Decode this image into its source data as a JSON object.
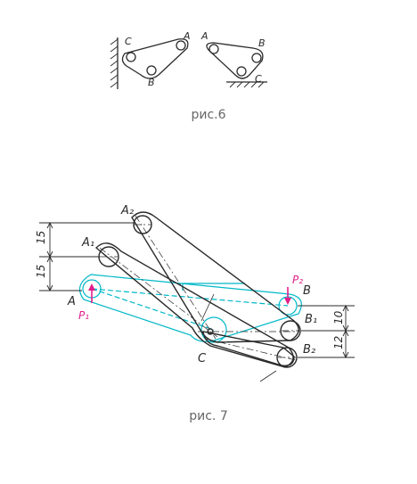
{
  "figure6": {
    "caption": "рис.6",
    "left_labels": {
      "c": "C",
      "a": "A",
      "b": "B"
    },
    "right_labels": {
      "a": "A",
      "b": "B",
      "c": "C"
    }
  },
  "figure7": {
    "caption": "рис. 7",
    "labels": {
      "a2": "A₂",
      "a1": "A₁",
      "a": "A",
      "p1": "P₁",
      "p2": "P₂",
      "b": "B",
      "b1": "B₁",
      "b2": "B₂",
      "c": "C"
    },
    "dimensions": {
      "upper_left": "15",
      "lower_left": "15",
      "upper_right": "10",
      "lower_right": "12"
    }
  },
  "colors": {
    "ink": "#2a2a2a",
    "cyan": "#00b8c8",
    "magenta": "#e0208c",
    "caption": "#666666"
  }
}
